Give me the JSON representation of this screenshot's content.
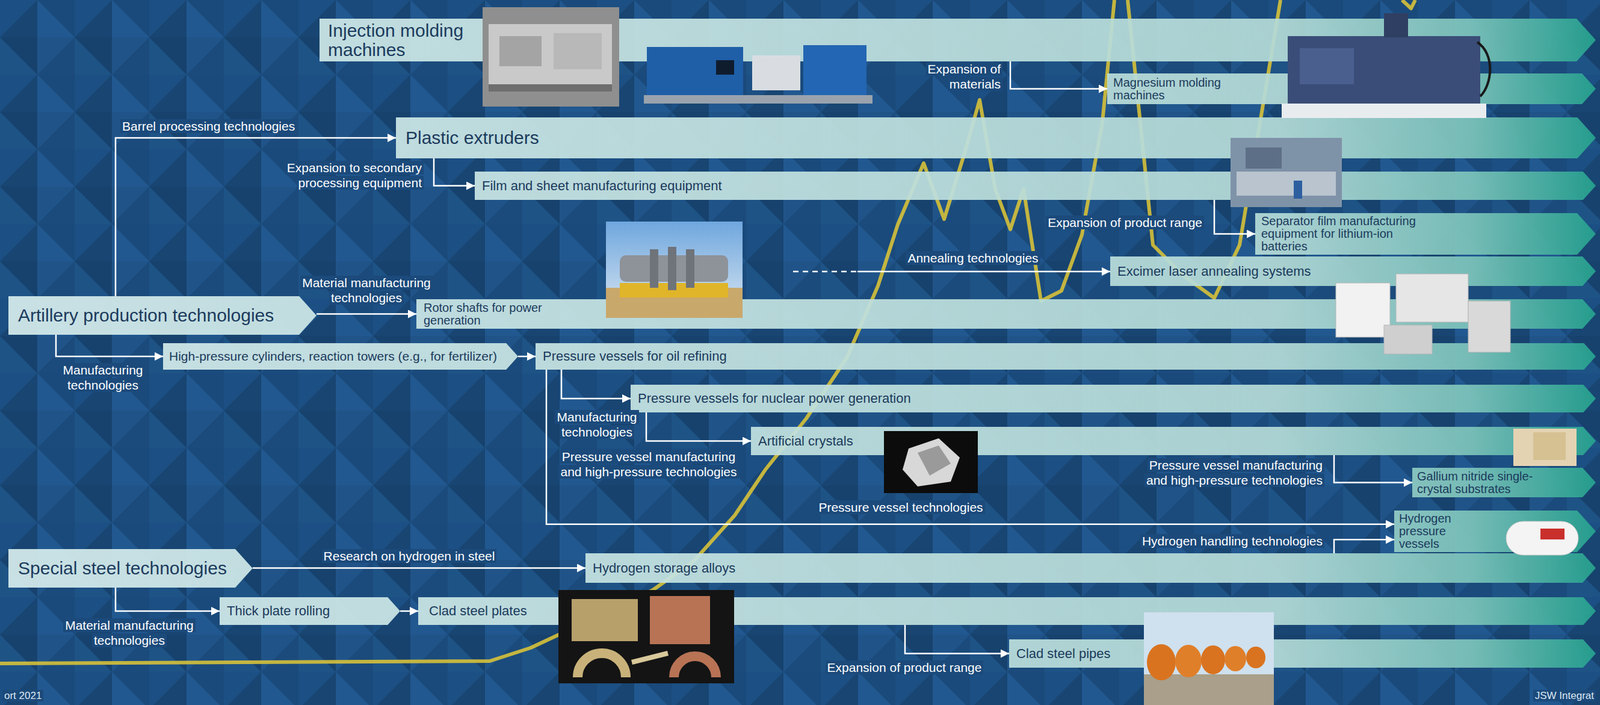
{
  "diagram": {
    "nodes": [
      {
        "text": [
          "Injection molding machines"
        ]
      },
      {
        "text": [
          "Magnesium molding machines"
        ]
      },
      {
        "text": [
          "Plastic extruders"
        ]
      },
      {
        "text": [
          "Film and sheet manufacturing equipment"
        ]
      },
      {
        "text": [
          "Separator film manufacturing equipment for lithium-ion batteries"
        ]
      },
      {
        "text": [
          "Excimer laser annealing systems"
        ]
      },
      {
        "text": [
          "Artillery production technologies"
        ]
      },
      {
        "text": [
          "Rotor shafts for power generation"
        ]
      },
      {
        "text": [
          "High-pressure cylinders, reaction towers (e.g., for fertilizer)"
        ]
      },
      {
        "text": [
          "Pressure vessels for oil refining"
        ]
      },
      {
        "text": [
          "Pressure vessels for nuclear power generation"
        ]
      },
      {
        "text": [
          "Artificial crystals"
        ]
      },
      {
        "text": [
          "Gallium nitride single-crystal substrates"
        ]
      },
      {
        "text": [
          "Hydrogen pressure vessels"
        ]
      },
      {
        "text": [
          "Special steel technologies"
        ]
      },
      {
        "text": [
          "Hydrogen storage alloys"
        ]
      },
      {
        "text": [
          "Thick plate rolling"
        ]
      },
      {
        "text": [
          "Clad steel plates"
        ]
      },
      {
        "text": [
          "Clad steel pipes"
        ]
      }
    ],
    "edges": [
      {
        "from": 6,
        "to": 2,
        "label": "Barrel processing technologies",
        "arrow": "to"
      },
      {
        "from": 2,
        "to": 3,
        "label": "Expansion to secondary processing equipment",
        "arrow": "to"
      },
      {
        "from": 0,
        "to": 1,
        "label": "Expansion of materials",
        "arrow": "to"
      },
      {
        "from": 3,
        "to": 4,
        "label": "Expansion of product range",
        "arrow": "to"
      },
      {
        "from": 6,
        "to": 7,
        "label": "Material manufacturing technologies",
        "arrow": "to"
      },
      {
        "from": 6,
        "to": 8,
        "label": "Manufacturing technologies",
        "arrow": "to"
      },
      {
        "from": 8,
        "to": 9,
        "arrow": "to"
      },
      {
        "from": 9,
        "to": 10,
        "label": "Manufacturing technologies",
        "arrow": "to"
      },
      {
        "from": 10,
        "to": 11,
        "label": "Pressure vessel manufacturing and high-pressure technologies",
        "arrow": "to"
      },
      {
        "from": 9,
        "to": 13,
        "label": "Pressure vessel technologies",
        "arrow": "to"
      },
      {
        "from": 11,
        "to": 12,
        "label": "Pressure vessel manufacturing and high-pressure technologies",
        "arrow": "to"
      },
      {
        "from": 15,
        "to": 13,
        "label": "Hydrogen handling technologies",
        "arrow": "to"
      },
      {
        "from": 14,
        "to": 15,
        "label": "Research on hydrogen in steel",
        "arrow": "to"
      },
      {
        "from": 14,
        "to": 16,
        "label": "Material manufacturing technologies",
        "arrow": "to"
      },
      {
        "from": 16,
        "to": 17,
        "arrow": "to"
      },
      {
        "from": 17,
        "to": 18,
        "label": "Expansion of product range",
        "arrow": "to"
      }
    ],
    "labels": [
      "Annealing technologies",
      "ort 2021",
      "JSW Integrat"
    ]
  }
}
